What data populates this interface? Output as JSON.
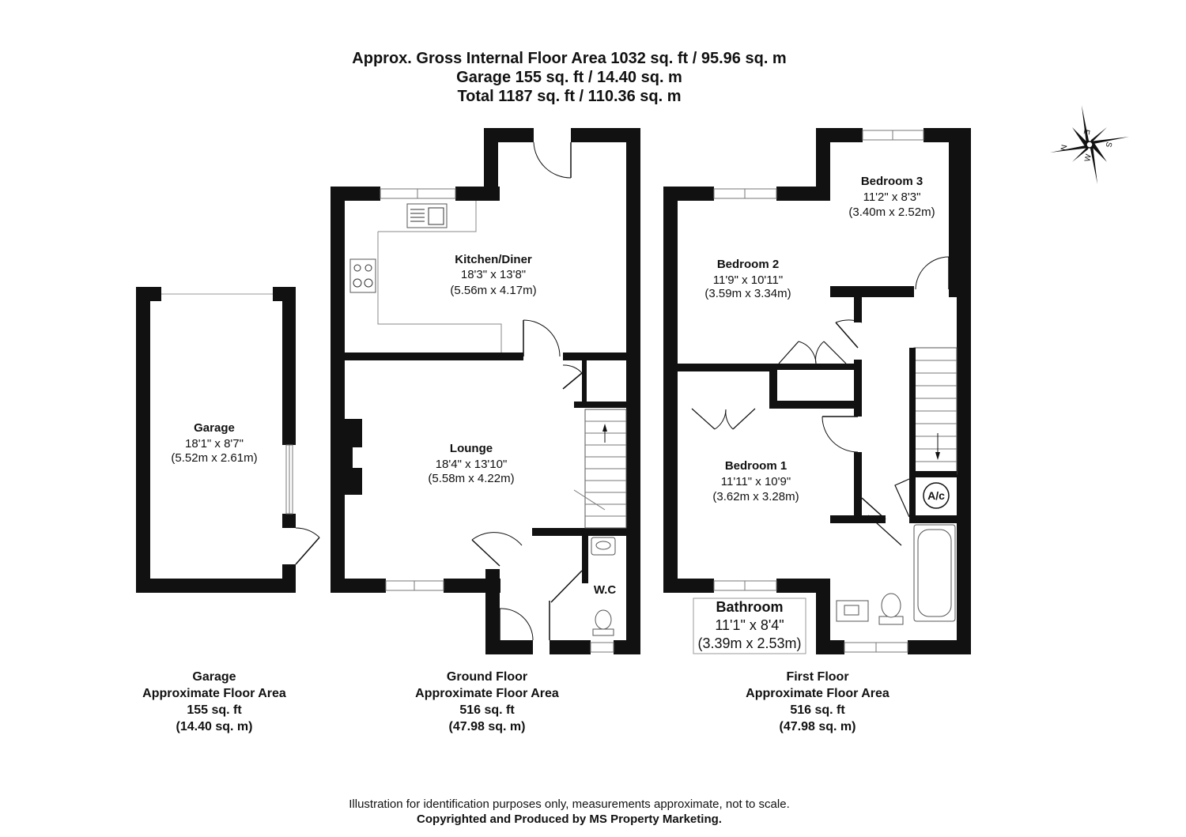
{
  "header": {
    "line1": "Approx. Gross Internal Floor Area 1032 sq. ft / 95.96 sq. m",
    "line2": "Garage 155 sq. ft / 14.40 sq. m",
    "line3": "Total 1187 sq. ft / 110.36 sq. m"
  },
  "compass": {
    "n": "N",
    "e": "E",
    "s": "S",
    "w": "W"
  },
  "rooms": {
    "garage": {
      "name": "Garage",
      "imperial": "18'1\" x 8'7\"",
      "metric": "(5.52m x 2.61m)"
    },
    "kitchen": {
      "name": "Kitchen/Diner",
      "imperial": "18'3\" x 13'8\"",
      "metric": "(5.56m x 4.17m)"
    },
    "lounge": {
      "name": "Lounge",
      "imperial": "18'4\" x 13'10\"",
      "metric": "(5.58m x 4.22m)"
    },
    "wc": {
      "name": "W.C"
    },
    "bedroom1": {
      "name": "Bedroom 1",
      "imperial": "11'11\" x 10'9\"",
      "metric": "(3.62m x 3.28m)"
    },
    "bedroom2": {
      "name": "Bedroom 2",
      "imperial": "11'9\" x 10'11\"",
      "metric": "(3.59m x 3.34m)"
    },
    "bedroom3": {
      "name": "Bedroom 3",
      "imperial": "11'2\" x 8'3\"",
      "metric": "(3.40m x 2.52m)"
    },
    "bathroom": {
      "name": "Bathroom",
      "imperial": "11'1\" x 8'4\"",
      "metric": "(3.39m x 2.53m)"
    },
    "ac": {
      "name": "A/c"
    }
  },
  "captions": {
    "garage": {
      "line1": "Garage",
      "line2": "Approximate Floor Area",
      "line3": "155 sq. ft",
      "line4": "(14.40 sq. m)"
    },
    "ground": {
      "line1": "Ground Floor",
      "line2": "Approximate Floor Area",
      "line3": "516 sq. ft",
      "line4": "(47.98 sq. m)"
    },
    "first": {
      "line1": "First Floor",
      "line2": "Approximate Floor Area",
      "line3": "516 sq. ft",
      "line4": "(47.98 sq. m)"
    }
  },
  "footer": {
    "line1": "Illustration for identification purposes only, measurements approximate, not to scale.",
    "line2": "Copyrighted  and Produced by MS Property Marketing."
  }
}
